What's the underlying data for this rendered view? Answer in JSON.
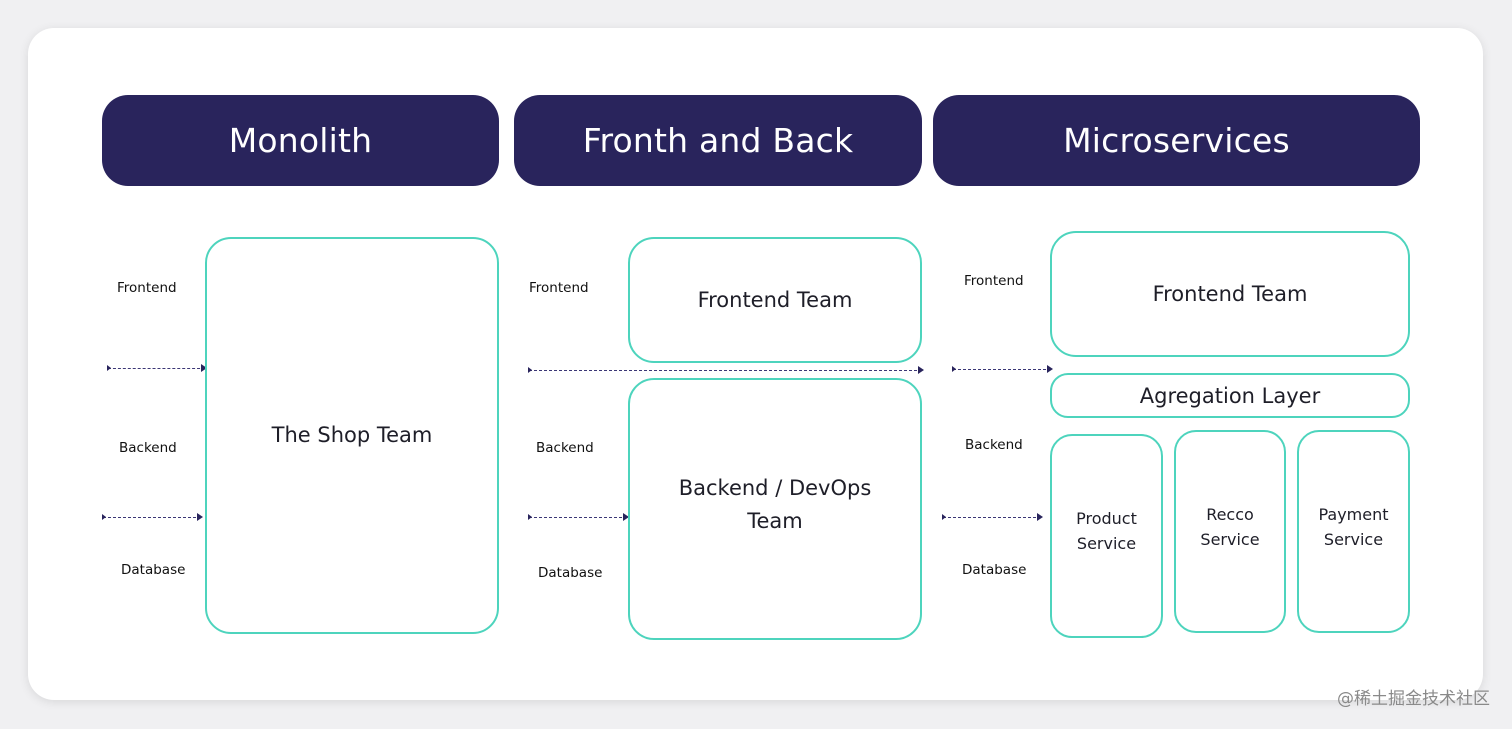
{
  "columns": [
    {
      "title": "Monolith",
      "labels": {
        "frontend": "Frontend",
        "backend": "Backend",
        "database": "Database"
      },
      "teams": {
        "shop": "The Shop Team"
      }
    },
    {
      "title": "Fronth and Back",
      "labels": {
        "frontend": "Frontend",
        "backend": "Backend",
        "database": "Database"
      },
      "teams": {
        "frontend": "Frontend Team",
        "backend": "Backend / DevOps Team"
      }
    },
    {
      "title": "Microservices",
      "labels": {
        "frontend": "Frontend",
        "backend": "Backend",
        "database": "Database"
      },
      "teams": {
        "frontend": "Frontend Team",
        "aggregation": "Agregation Layer",
        "product": "Product Service",
        "recco": "Recco Service",
        "payment": "Payment Service"
      }
    }
  ],
  "watermark": "@稀土掘金技术社区",
  "colors": {
    "header_bg": "#29245c",
    "box_border": "#4dd4bd",
    "divider": "#3b3675"
  }
}
